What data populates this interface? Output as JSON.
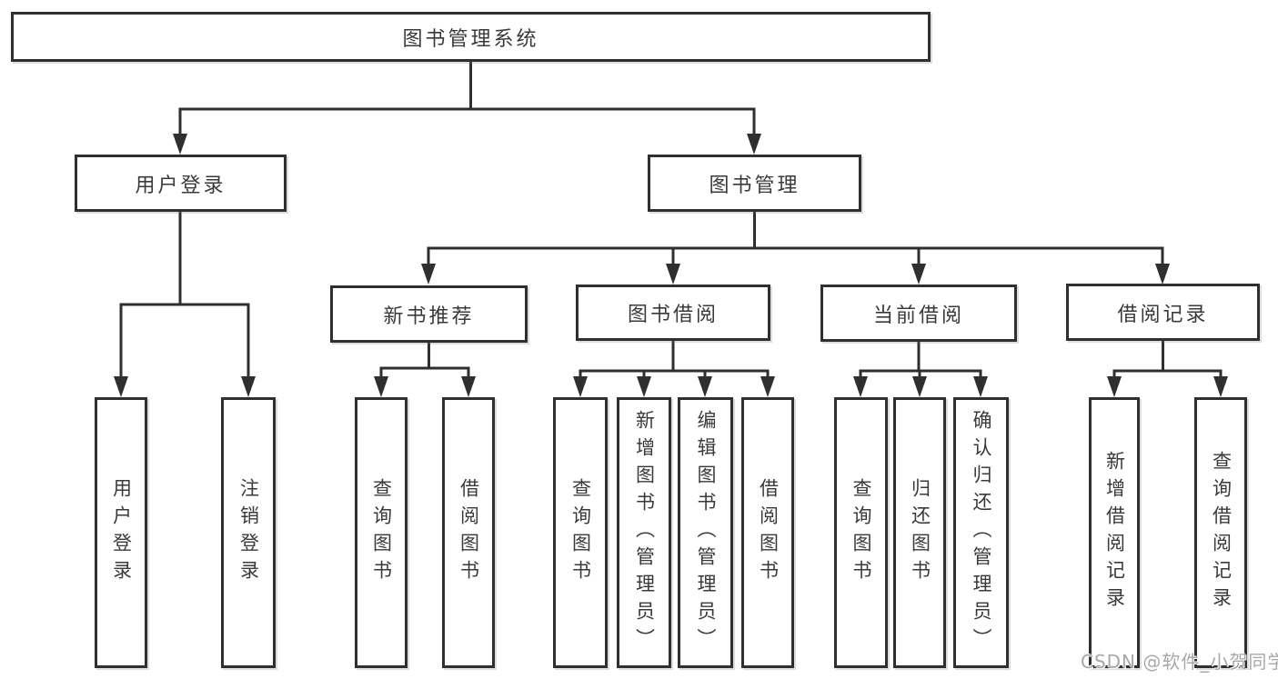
{
  "colors": {
    "line": "#2f2f2f",
    "text": "#3a3a3a",
    "box_bg": "#ffffff",
    "watermark": "#a8a8a8"
  },
  "watermark": "CSDN @软件_小贺同学",
  "tree": {
    "label": "图书管理系统",
    "children": [
      {
        "label": "用户登录",
        "children": [
          {
            "label": "用户登录"
          },
          {
            "label": "注销登录"
          }
        ]
      },
      {
        "label": "图书管理",
        "children": [
          {
            "label": "新书推荐",
            "children": [
              {
                "label": "查询图书"
              },
              {
                "label": "借阅图书"
              }
            ]
          },
          {
            "label": "图书借阅",
            "children": [
              {
                "label": "查询图书"
              },
              {
                "label": "新增图书（管理员）"
              },
              {
                "label": "编辑图书（管理员）"
              },
              {
                "label": "借阅图书"
              }
            ]
          },
          {
            "label": "当前借阅",
            "children": [
              {
                "label": "查询图书"
              },
              {
                "label": "归还图书"
              },
              {
                "label": "确认归还（管理员）"
              }
            ]
          },
          {
            "label": "借阅记录",
            "children": [
              {
                "label": "新增借阅记录"
              },
              {
                "label": "查询借阅记录"
              }
            ]
          }
        ]
      }
    ]
  }
}
